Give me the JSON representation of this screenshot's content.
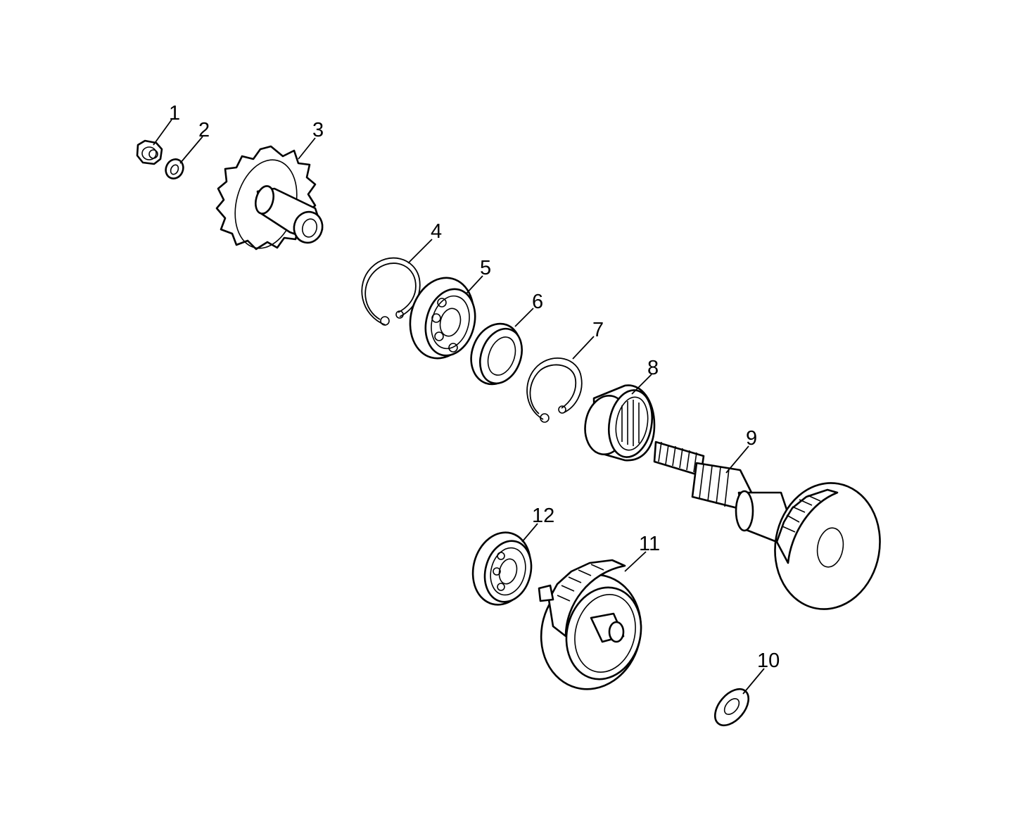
{
  "parts": [
    {
      "id": "p1",
      "label": "1"
    },
    {
      "id": "p2",
      "label": "2"
    },
    {
      "id": "p3",
      "label": "3"
    },
    {
      "id": "p4",
      "label": "4"
    },
    {
      "id": "p5",
      "label": "5"
    },
    {
      "id": "p6",
      "label": "6"
    },
    {
      "id": "p7",
      "label": "7"
    },
    {
      "id": "p8",
      "label": "8"
    },
    {
      "id": "p9",
      "label": "9"
    },
    {
      "id": "p10",
      "label": "10"
    },
    {
      "id": "p11",
      "label": "11"
    },
    {
      "id": "p12",
      "label": "12"
    }
  ]
}
